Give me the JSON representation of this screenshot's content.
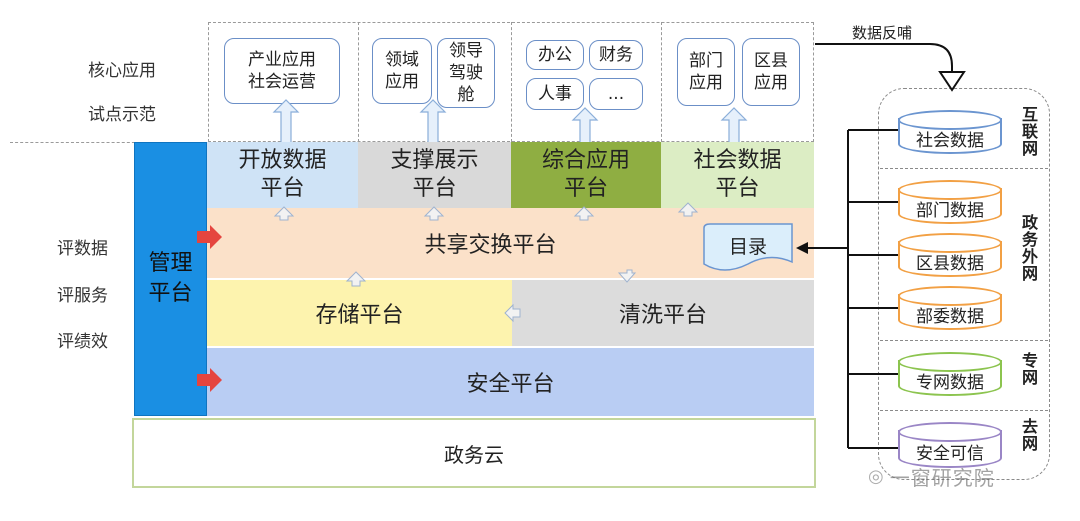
{
  "left_labels": {
    "core_app": "核心应用",
    "pilot": "试点示范",
    "eval_data": "评数据",
    "eval_service": "评服务",
    "eval_performance": "评绩效"
  },
  "top_apps": {
    "open": "产业应用\n社会运营",
    "support_a": "领域\n应用",
    "support_b": "领导\n驾驶\n舱",
    "integrated": [
      "办公",
      "财务",
      "人事",
      "..."
    ],
    "social_a": "部门\n应用",
    "social_b": "区县\n应用"
  },
  "platforms": {
    "open_data": "开放数据\n平台",
    "support_display": "支撑展示\n平台",
    "integrated_app": "综合应用\n平台",
    "social_data": "社会数据\n平台"
  },
  "management": "管理\n平台",
  "exchange": "共享交换平台",
  "catalog": "目录",
  "storage": "存储平台",
  "cleaning": "清洗平台",
  "security": "安全平台",
  "gov_cloud": "政务云",
  "feedback": "数据反哺",
  "sources": {
    "internet_label": "互联网",
    "social_data": "社会数据",
    "gov_extranet_label": "政务外网",
    "dept_data": "部门数据",
    "county_data": "区县数据",
    "ministry_data": "部委数据",
    "private_net_label": "专网",
    "private_data": "专网数据",
    "offline_label": "去网",
    "secure_trusted": "安全可信"
  },
  "watermark": "一窗研究院",
  "colors": {
    "open_data": "#cfe3f6",
    "support": "#d9d9d9",
    "integrated": "#8fae42",
    "social": "#dcedc4",
    "exchange": "#fbe1c9",
    "storage": "#fdf3ae",
    "cleaning": "#dcdcdc",
    "security": "#b9cdf3",
    "management": "#1a8fe3",
    "cyl_blue": "#6b95d0",
    "cyl_orange": "#f2a044",
    "cyl_green": "#8cc44f",
    "cyl_purple": "#9a86c6"
  }
}
